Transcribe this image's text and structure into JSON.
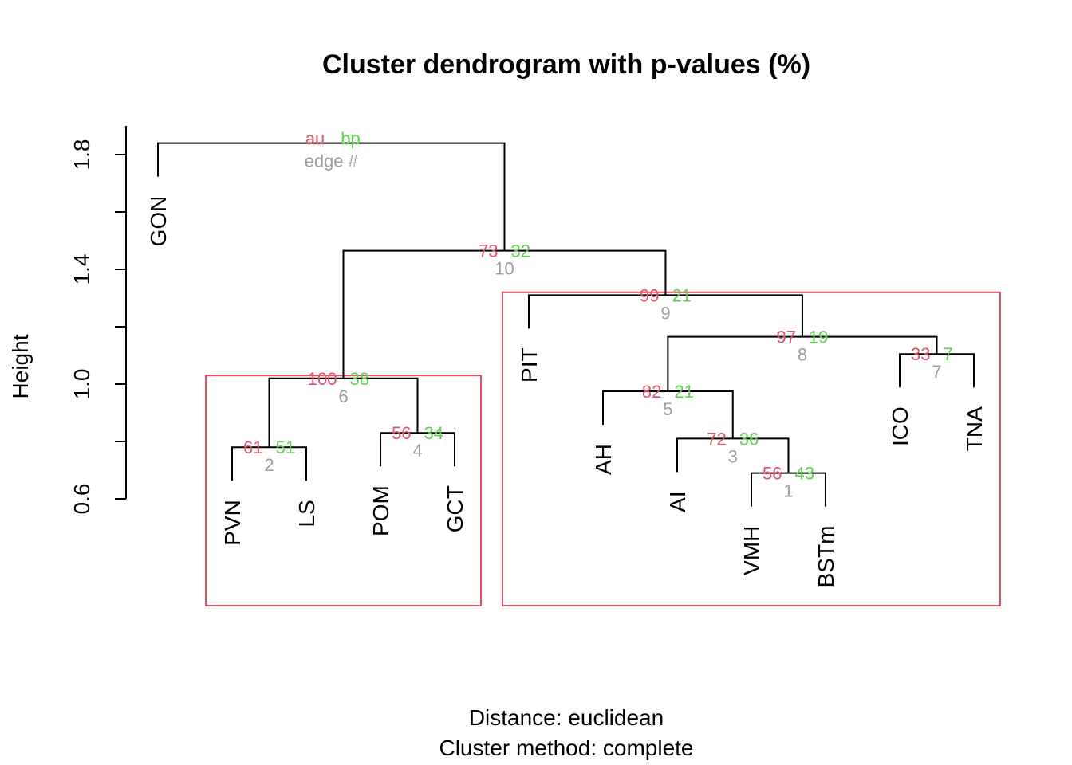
{
  "colors": {
    "au": "#df536b",
    "bp": "#61d04f",
    "edge": "#9e9e9e",
    "rect": "#df536b",
    "line": "#000000"
  },
  "chart_data": {
    "type": "dendrogram",
    "title": "Cluster dendrogram with p-values (%)",
    "ylabel": "Height",
    "xlabel_lines": [
      "Distance:  euclidean",
      "Cluster method: complete"
    ],
    "ylim": [
      0.6,
      1.85
    ],
    "yticks": [
      0.6,
      1.0,
      1.4,
      1.8
    ],
    "ytick_labels": [
      "0.6",
      "1.0",
      "1.4",
      "1.8"
    ],
    "legend": {
      "au": "au",
      "bp": "bp",
      "edge": "edge #"
    },
    "leaves": [
      {
        "id": "GON",
        "label": "GON",
        "order": 1
      },
      {
        "id": "PVN",
        "label": "PVN",
        "order": 2
      },
      {
        "id": "LS",
        "label": "LS",
        "order": 3
      },
      {
        "id": "POM",
        "label": "POM",
        "order": 4
      },
      {
        "id": "GCT",
        "label": "GCT",
        "order": 5
      },
      {
        "id": "PIT",
        "label": "PIT",
        "order": 6
      },
      {
        "id": "AH",
        "label": "AH",
        "order": 7
      },
      {
        "id": "AI",
        "label": "AI",
        "order": 8
      },
      {
        "id": "VMH",
        "label": "VMH",
        "order": 9
      },
      {
        "id": "BSTm",
        "label": "BSTm",
        "order": 10
      },
      {
        "id": "ICO",
        "label": "ICO",
        "order": 11
      },
      {
        "id": "TNA",
        "label": "TNA",
        "order": 12
      }
    ],
    "merges": [
      {
        "id": "m1",
        "left": "VMH",
        "right": "BSTm",
        "height": 0.69,
        "au": "56",
        "bp": "43",
        "edge": "1"
      },
      {
        "id": "m2",
        "left": "PVN",
        "right": "LS",
        "height": 0.78,
        "au": "61",
        "bp": "51",
        "edge": "2"
      },
      {
        "id": "m3",
        "left": "AI",
        "right": "m1",
        "height": 0.81,
        "au": "72",
        "bp": "36",
        "edge": "3"
      },
      {
        "id": "m4",
        "left": "POM",
        "right": "GCT",
        "height": 0.83,
        "au": "56",
        "bp": "34",
        "edge": "4"
      },
      {
        "id": "m5",
        "left": "AH",
        "right": "m3",
        "height": 0.975,
        "au": "82",
        "bp": "21",
        "edge": "5"
      },
      {
        "id": "m6",
        "left": "m2",
        "right": "m4",
        "height": 1.02,
        "au": "100",
        "bp": "38",
        "edge": "6"
      },
      {
        "id": "m7",
        "left": "ICO",
        "right": "TNA",
        "height": 1.105,
        "au": "33",
        "bp": "7",
        "edge": "7"
      },
      {
        "id": "m8",
        "left": "m5",
        "right": "m7",
        "height": 1.165,
        "au": "97",
        "bp": "19",
        "edge": "8"
      },
      {
        "id": "m9",
        "left": "PIT",
        "right": "m8",
        "height": 1.31,
        "au": "99",
        "bp": "21",
        "edge": "9"
      },
      {
        "id": "m10",
        "left": "m6",
        "right": "m9",
        "height": 1.465,
        "au": "73",
        "bp": "32",
        "edge": "10"
      },
      {
        "id": "m11",
        "left": "GON",
        "right": "m10",
        "height": 1.84,
        "au": "",
        "bp": "",
        "edge": ""
      }
    ],
    "highlight_clusters": [
      {
        "first_leaf": "PVN",
        "last_leaf": "GCT",
        "top_height": 1.03
      },
      {
        "first_leaf": "PIT",
        "last_leaf": "TNA",
        "top_height": 1.32
      }
    ]
  }
}
